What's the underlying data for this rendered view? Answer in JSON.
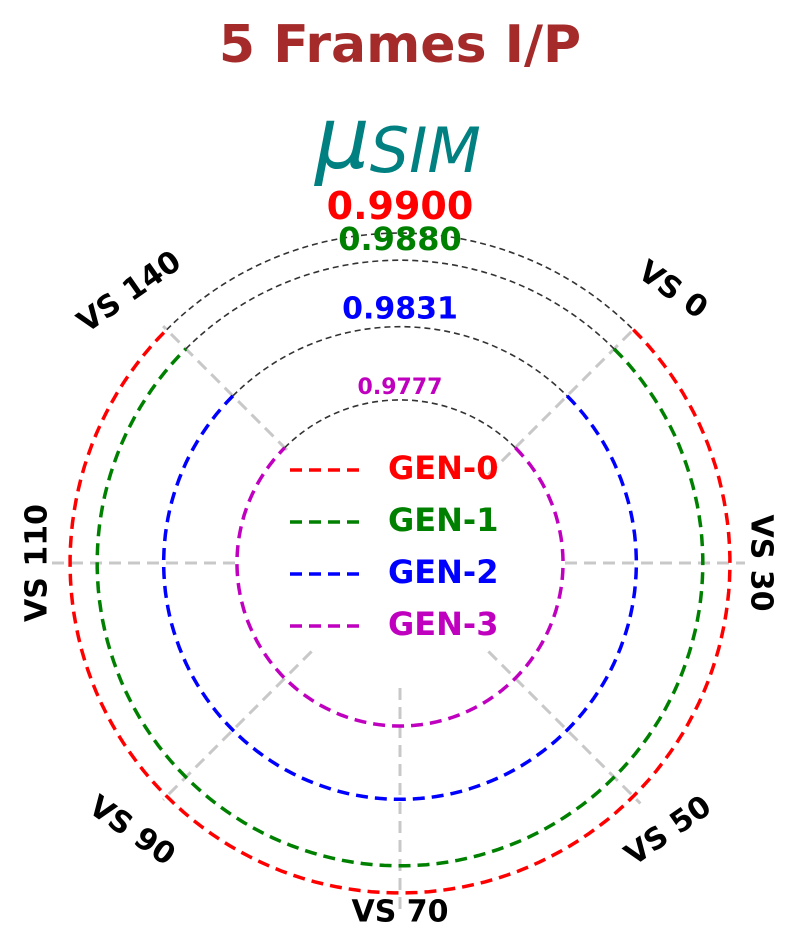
{
  "chart_data": {
    "type": "radar",
    "title": "5 Frames I/P",
    "subtitle_main": "μ",
    "subtitle_sub": "SIM",
    "categories": [
      "VS 0",
      "VS 30",
      "VS 50",
      "VS 70",
      "VS 90",
      "VS 110",
      "VS 140"
    ],
    "reference_levels": [
      {
        "label": "0.9900",
        "value": 0.99
      },
      {
        "label": "0.9880",
        "value": 0.988
      },
      {
        "label": "0.9831",
        "value": 0.9831
      },
      {
        "label": "0.9777",
        "value": 0.9777
      }
    ],
    "series": [
      {
        "name": "GEN-0",
        "values": [
          0.99,
          0.99,
          0.99,
          0.99,
          0.99,
          0.99,
          0.99
        ]
      },
      {
        "name": "GEN-1",
        "values": [
          0.988,
          0.988,
          0.988,
          0.988,
          0.988,
          0.988,
          0.988
        ]
      },
      {
        "name": "GEN-2",
        "values": [
          0.9831,
          0.9831,
          0.9831,
          0.9831,
          0.9831,
          0.9831,
          0.9831
        ]
      },
      {
        "name": "GEN-3",
        "values": [
          0.9777,
          0.9777,
          0.9777,
          0.9777,
          0.9777,
          0.9777,
          0.9777
        ]
      }
    ],
    "grid": false,
    "legend_position": "center"
  },
  "colors": {
    "title": "#a52a2a",
    "subtitle": "#008080",
    "series": [
      "#ff0000",
      "#008000",
      "#0000ff",
      "#bf00bf"
    ],
    "spokes": "#c8c8c8",
    "reference": "#333333"
  }
}
